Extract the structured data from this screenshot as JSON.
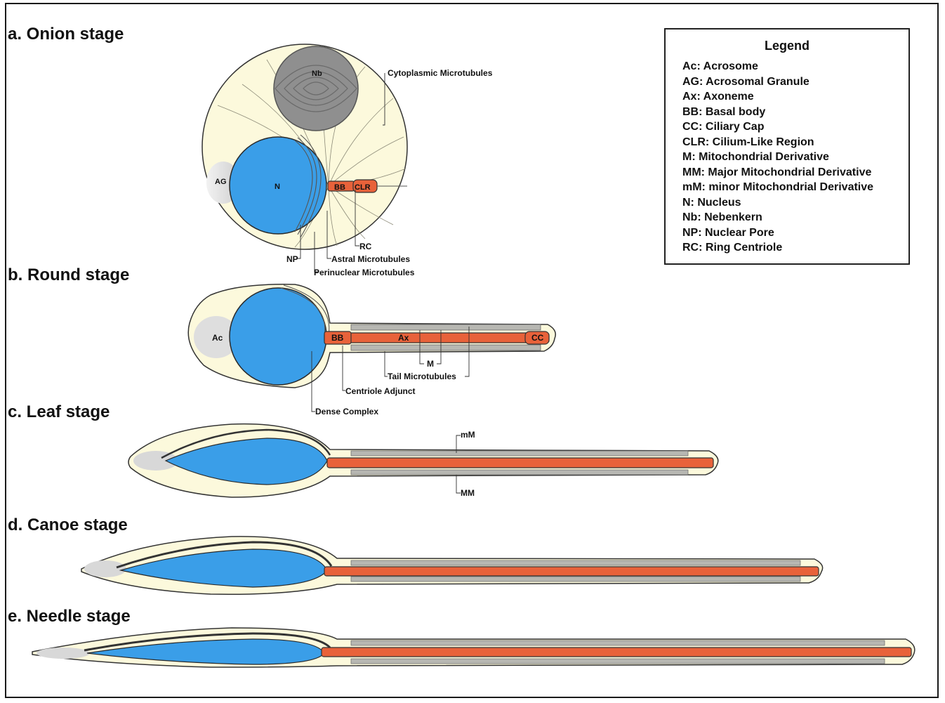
{
  "stages": {
    "onion": "a. Onion stage",
    "round": "b. Round stage",
    "leaf": "c. Leaf stage",
    "canoe": "d. Canoe stage",
    "needle": "e. Needle stage"
  },
  "legend": {
    "title": "Legend",
    "items": [
      "Ac: Acrosome",
      "AG: Acrosomal Granule",
      "Ax: Axoneme",
      "BB: Basal body",
      "CC: Ciliary Cap",
      "CLR: Cilium-Like Region",
      "M: Mitochondrial Derivative",
      "MM: Major Mitochondrial Derivative",
      "mM: minor Mitochondrial Derivative",
      "N: Nucleus",
      "Nb: Nebenkern",
      "NP: Nuclear Pore",
      "RC: Ring Centriole"
    ]
  },
  "labels": {
    "nb": "Nb",
    "ag": "AG",
    "n": "N",
    "bb": "BB",
    "clr": "CLR",
    "cytoplasmic_microtubules": "Cytoplasmic Microtubules",
    "rc": "RC",
    "np": "NP",
    "astral_microtubules": "Astral Microtubules",
    "perinuclear_microtubules": "Perinuclear Microtubules",
    "ac": "Ac",
    "bb_round": "BB",
    "ax": "Ax",
    "cc": "CC",
    "m": "M",
    "tail_microtubules": "Tail Microtubules",
    "centriole_adjunct": "Centriole Adjunct",
    "dense_complex": "Dense Complex",
    "mm_minor": "mM",
    "mm_major": "MM"
  },
  "colors": {
    "cytoplasm": "#fcf9dc",
    "nucleus": "#3a9ee8",
    "nebenkern": "#8f8f8f",
    "axoneme": "#e8623a",
    "mitochondria": "#b7b7b2",
    "acrosome": "#d6d6d6",
    "outline": "#333333"
  }
}
